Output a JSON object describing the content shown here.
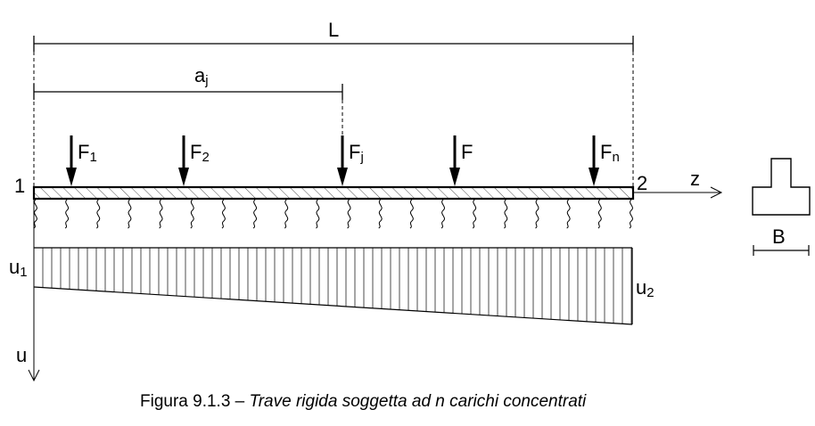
{
  "labels": {
    "length": "L",
    "distance": "a",
    "distance_sub": "j",
    "end_left": "1",
    "end_right": "2",
    "axis_z": "z",
    "axis_u": "u",
    "width": "B",
    "u1": "u",
    "u1_sub": "1",
    "u2": "u",
    "u2_sub": "2"
  },
  "loads": [
    {
      "label": "F",
      "sub": "1"
    },
    {
      "label": "F",
      "sub": "2"
    },
    {
      "label": "F",
      "sub": "j"
    },
    {
      "label": "F",
      "sub": ""
    },
    {
      "label": "F",
      "sub": "n"
    }
  ],
  "caption": {
    "prefix": "Figura 9.1.3 – ",
    "text": "Trave rigida soggetta ad n carichi concentrati"
  }
}
